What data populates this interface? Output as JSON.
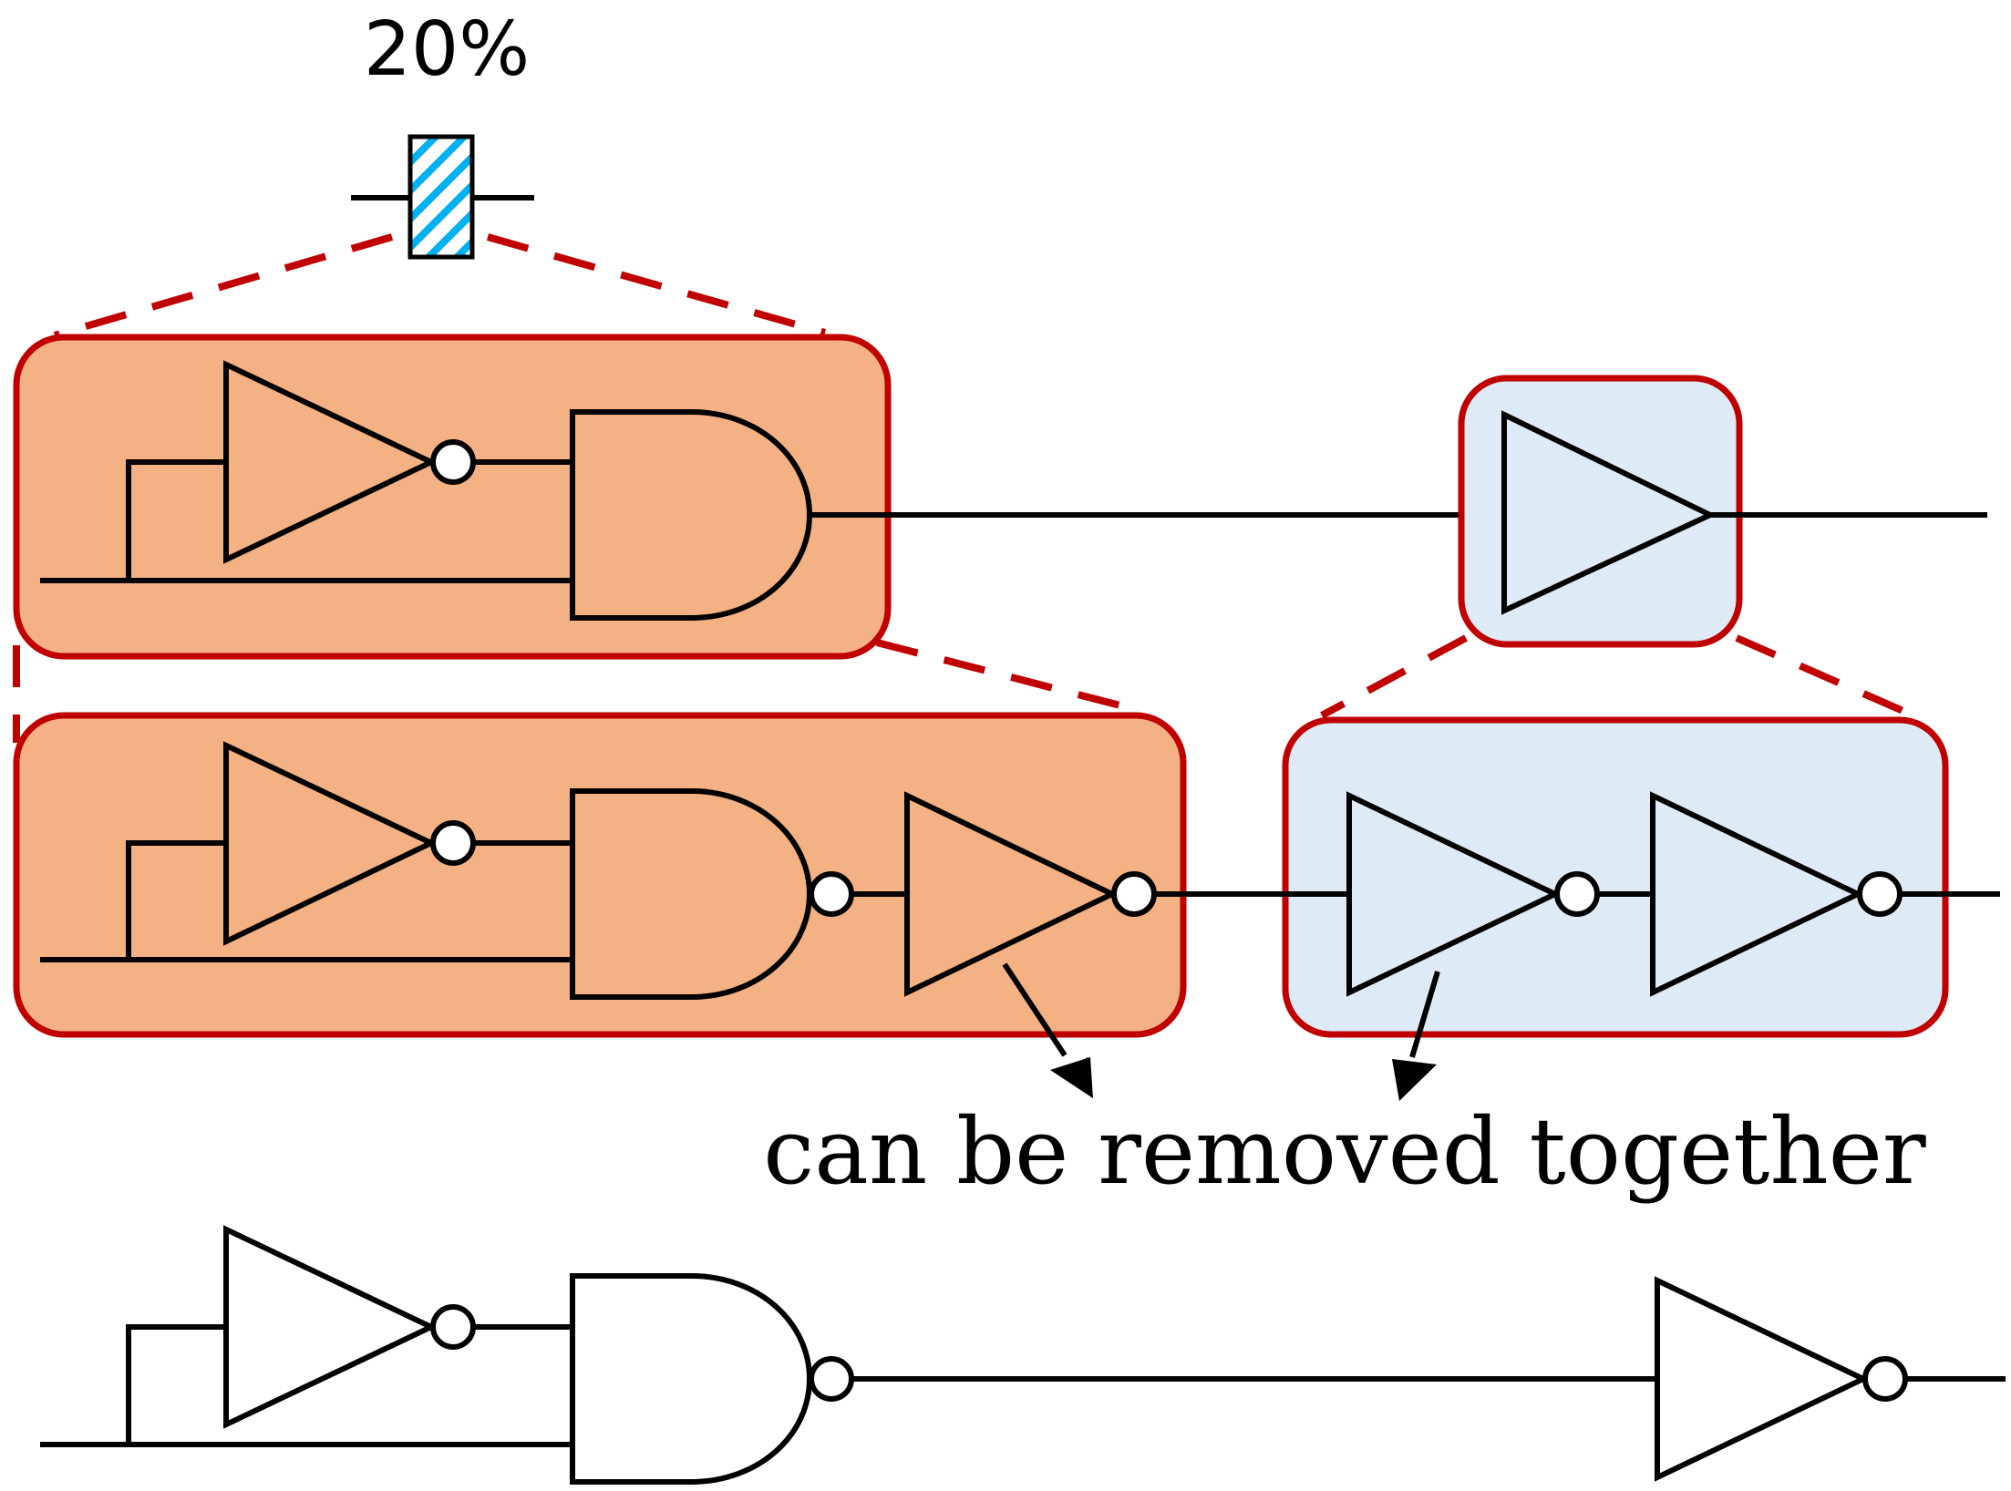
{
  "percentage_label": "20%",
  "annotation_text": "can be removed together",
  "colors": {
    "group_outline": "#c00000",
    "orange_fill": "#f4b183",
    "blue_fill": "#deebf7",
    "hatch_blue": "#00b0f0",
    "wire": "#000000"
  },
  "icons": {
    "and_gate": "and-gate-symbol",
    "nand_gate": "nand-gate-symbol",
    "buffer": "buffer-triangle-symbol",
    "inverter": "inverter-triangle-bubble-symbol",
    "resistor_indicator": "hatched-rectangle-symbol"
  }
}
